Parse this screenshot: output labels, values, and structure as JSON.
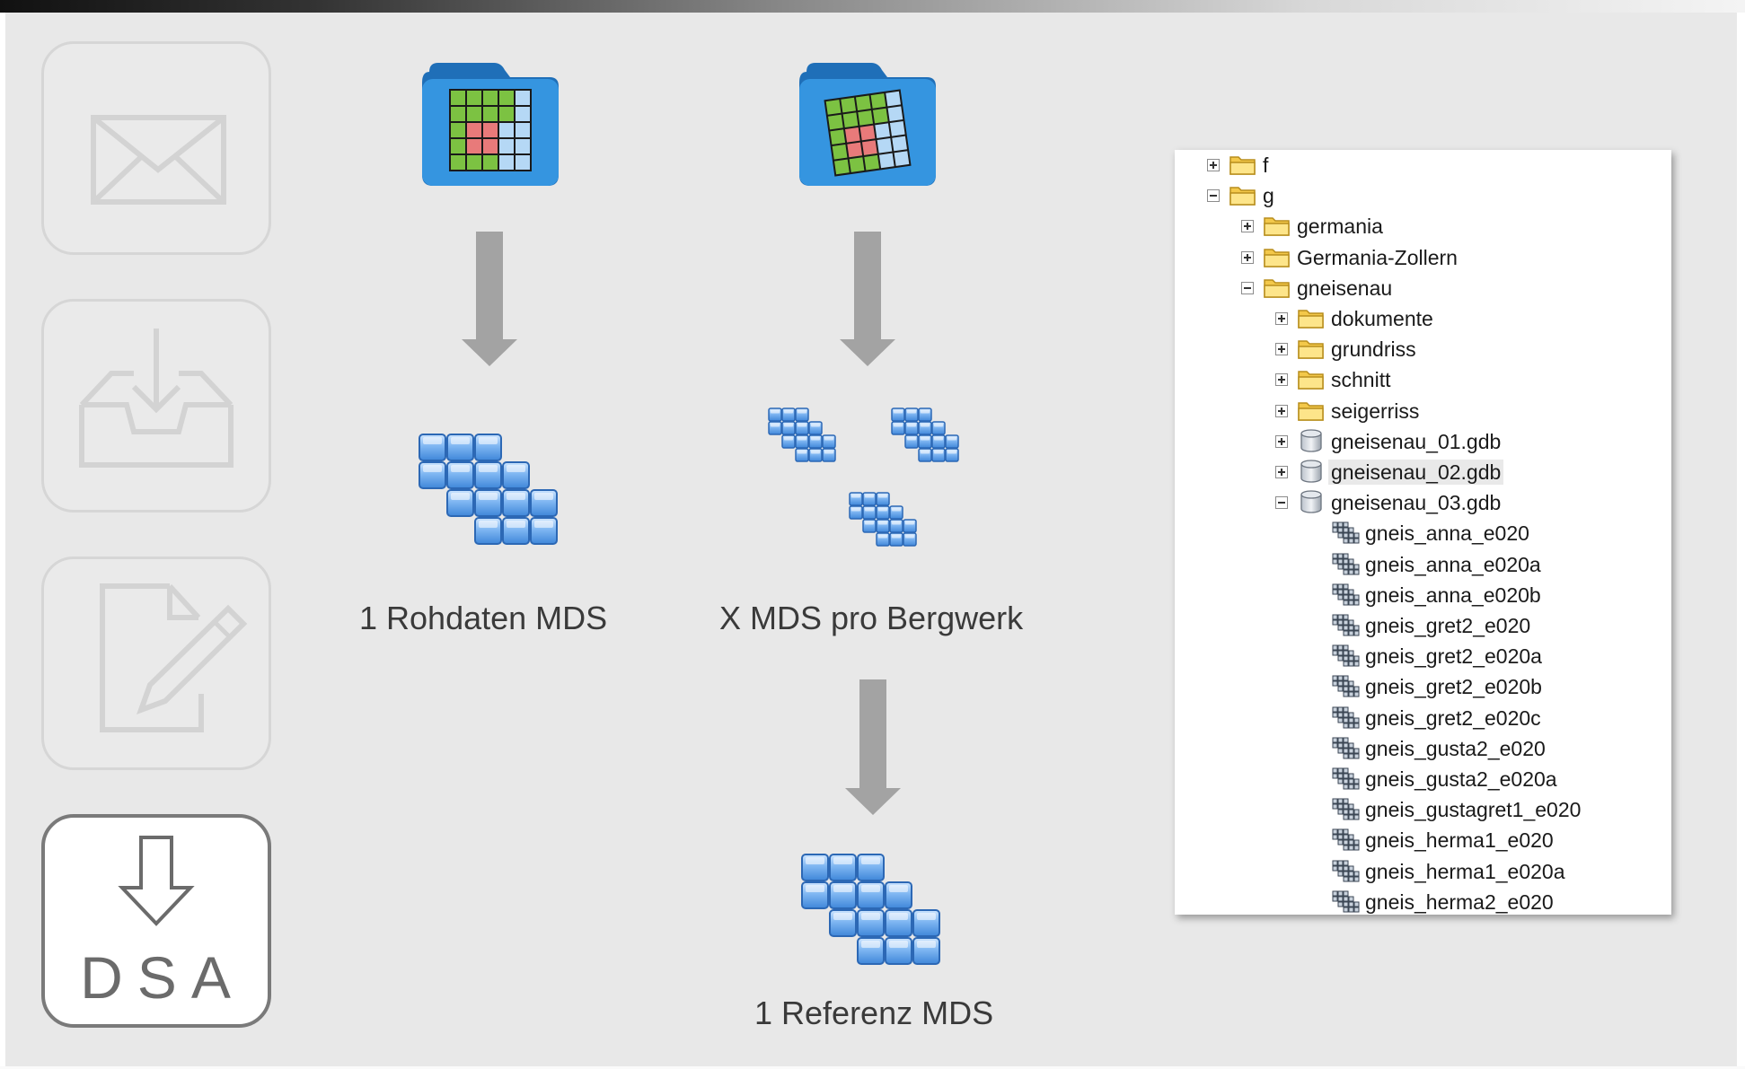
{
  "sidebar": {
    "items": [
      {
        "icon": "mail-icon",
        "active": false
      },
      {
        "icon": "inbox-download-icon",
        "active": false
      },
      {
        "icon": "edit-document-icon",
        "active": false
      },
      {
        "icon": "download-arrow-icon",
        "label": "DSA",
        "active": true
      }
    ]
  },
  "flow": {
    "left_caption": "1 Rohdaten MDS",
    "middle_caption": "X MDS pro Bergwerk",
    "bottom_caption": "1 Referenz MDS"
  },
  "tree": {
    "rows": [
      {
        "depth": 0,
        "expander": "plus",
        "icon": "folder",
        "label": "f"
      },
      {
        "depth": 0,
        "expander": "minus",
        "icon": "folder",
        "label": "g"
      },
      {
        "depth": 1,
        "expander": "plus",
        "icon": "folder",
        "label": "germania"
      },
      {
        "depth": 1,
        "expander": "plus",
        "icon": "folder",
        "label": "Germania-Zollern"
      },
      {
        "depth": 1,
        "expander": "minus",
        "icon": "folder",
        "label": "gneisenau"
      },
      {
        "depth": 2,
        "expander": "plus",
        "icon": "folder",
        "label": "dokumente"
      },
      {
        "depth": 2,
        "expander": "plus",
        "icon": "folder",
        "label": "grundriss"
      },
      {
        "depth": 2,
        "expander": "plus",
        "icon": "folder",
        "label": "schnitt"
      },
      {
        "depth": 2,
        "expander": "plus",
        "icon": "folder",
        "label": "seigerriss"
      },
      {
        "depth": 2,
        "expander": "plus",
        "icon": "database",
        "label": "gneisenau_01.gdb"
      },
      {
        "depth": 2,
        "expander": "plus",
        "icon": "database",
        "label": "gneisenau_02.gdb",
        "highlighted": true
      },
      {
        "depth": 2,
        "expander": "minus",
        "icon": "database",
        "label": "gneisenau_03.gdb"
      },
      {
        "depth": 3,
        "expander": "none",
        "icon": "mosaic",
        "label": "gneis_anna_e020"
      },
      {
        "depth": 3,
        "expander": "none",
        "icon": "mosaic",
        "label": "gneis_anna_e020a"
      },
      {
        "depth": 3,
        "expander": "none",
        "icon": "mosaic",
        "label": "gneis_anna_e020b"
      },
      {
        "depth": 3,
        "expander": "none",
        "icon": "mosaic",
        "label": "gneis_gret2_e020"
      },
      {
        "depth": 3,
        "expander": "none",
        "icon": "mosaic",
        "label": "gneis_gret2_e020a"
      },
      {
        "depth": 3,
        "expander": "none",
        "icon": "mosaic",
        "label": "gneis_gret2_e020b"
      },
      {
        "depth": 3,
        "expander": "none",
        "icon": "mosaic",
        "label": "gneis_gret2_e020c"
      },
      {
        "depth": 3,
        "expander": "none",
        "icon": "mosaic",
        "label": "gneis_gusta2_e020"
      },
      {
        "depth": 3,
        "expander": "none",
        "icon": "mosaic",
        "label": "gneis_gusta2_e020a"
      },
      {
        "depth": 3,
        "expander": "none",
        "icon": "mosaic",
        "label": "gneis_gustagret1_e020"
      },
      {
        "depth": 3,
        "expander": "none",
        "icon": "mosaic",
        "label": "gneis_herma1_e020"
      },
      {
        "depth": 3,
        "expander": "none",
        "icon": "mosaic",
        "label": "gneis_herma1_e020a"
      },
      {
        "depth": 3,
        "expander": "none",
        "icon": "mosaic",
        "label": "gneis_herma2_e020"
      }
    ]
  },
  "colors": {
    "folder_blue": "#2f8fd8",
    "tile_blue": "#5b9be0",
    "grid_green": "#7cc242",
    "grid_red": "#e87a7a",
    "grid_lightblue": "#b5d8f5",
    "arrow_gray": "#a3a3a3"
  }
}
